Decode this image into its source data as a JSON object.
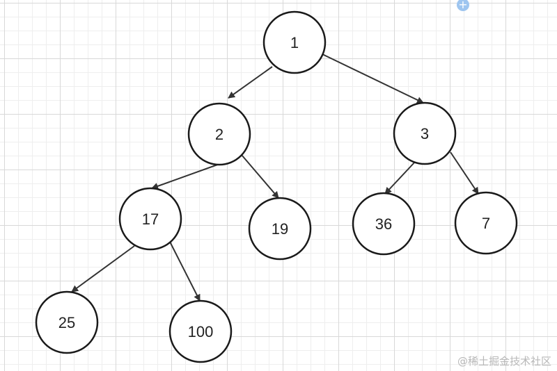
{
  "diagram": {
    "nodes": [
      {
        "id": "1",
        "label": "1"
      },
      {
        "id": "2",
        "label": "2"
      },
      {
        "id": "3",
        "label": "3"
      },
      {
        "id": "17",
        "label": "17"
      },
      {
        "id": "19",
        "label": "19"
      },
      {
        "id": "36",
        "label": "36"
      },
      {
        "id": "7",
        "label": "7"
      },
      {
        "id": "25",
        "label": "25"
      },
      {
        "id": "100",
        "label": "100"
      }
    ],
    "edges": [
      {
        "from": "1",
        "to": "2"
      },
      {
        "from": "1",
        "to": "3"
      },
      {
        "from": "2",
        "to": "17"
      },
      {
        "from": "2",
        "to": "19"
      },
      {
        "from": "3",
        "to": "36"
      },
      {
        "from": "3",
        "to": "7"
      },
      {
        "from": "17",
        "to": "25"
      },
      {
        "from": "17",
        "to": "100"
      }
    ]
  },
  "toolbar": {
    "add_icon": "+"
  },
  "watermark": {
    "text": "@稀土掘金技术社区"
  }
}
